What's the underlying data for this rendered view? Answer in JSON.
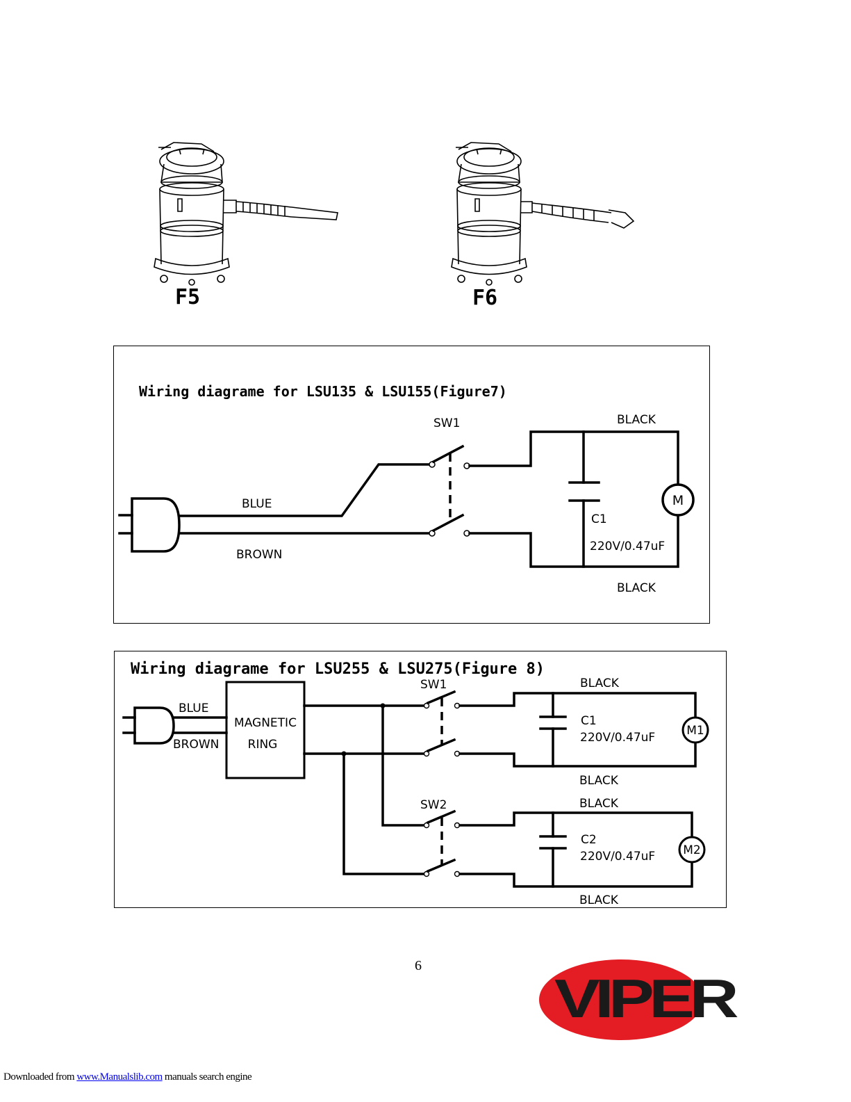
{
  "figures": {
    "f5_label": "F5",
    "f6_label": "F6"
  },
  "diagram7": {
    "title": "Wiring diagrame for LSU135 & LSU155(Figure7)",
    "sw1": "SW1",
    "black_top": "BLACK",
    "black_bottom": "BLACK",
    "blue": "BLUE",
    "brown": "BROWN",
    "motor": "M",
    "cap_name": "C1",
    "cap_rating": "220V/0.47uF"
  },
  "diagram8": {
    "title": "Wiring diagrame for LSU255 & LSU275(Figure 8)",
    "blue": "BLUE",
    "brown": "BROWN",
    "magnetic": "MAGNETIC",
    "ring": "RING",
    "sw1": "SW1",
    "sw2": "SW2",
    "black_1": "BLACK",
    "black_2": "BLACK",
    "black_3": "BLACK",
    "black_4": "BLACK",
    "c1_name": "C1",
    "c1_rating": "220V/0.47uF",
    "c2_name": "C2",
    "c2_rating": "220V/0.47uF",
    "motor1": "M1",
    "motor2": "M2"
  },
  "page_number": "6",
  "logo_text": "VIPER",
  "footer": {
    "prefix": "Downloaded from ",
    "link": "www.Manualslib.com",
    "suffix": "  manuals search engine"
  }
}
